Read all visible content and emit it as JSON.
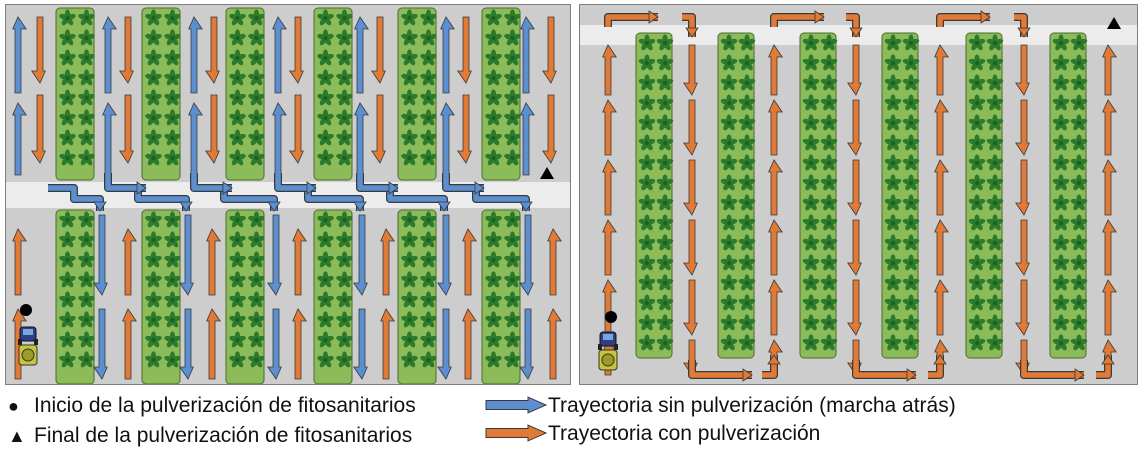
{
  "legend": {
    "start_label": "Inicio de la pulverización de fitosanitarios",
    "end_label": "Final de la pulverización de fitosanitarios",
    "no_spray_label": "Trayectoria sin pulverización (marcha atrás)",
    "spray_label": "Trayectoria con pulverización",
    "start_symbol": "●",
    "end_symbol": "▲"
  },
  "colors": {
    "no_spray_arrow": "#5b8fd0",
    "spray_arrow": "#e07a36",
    "crop": "#8cbb5a",
    "plant": "#2c7a2c",
    "ground": "#cdcdcd",
    "path_strip": "#ececec"
  },
  "icons": {
    "tractor": "tractor-icon",
    "start": "start-marker-icon",
    "end": "end-marker-icon"
  }
}
